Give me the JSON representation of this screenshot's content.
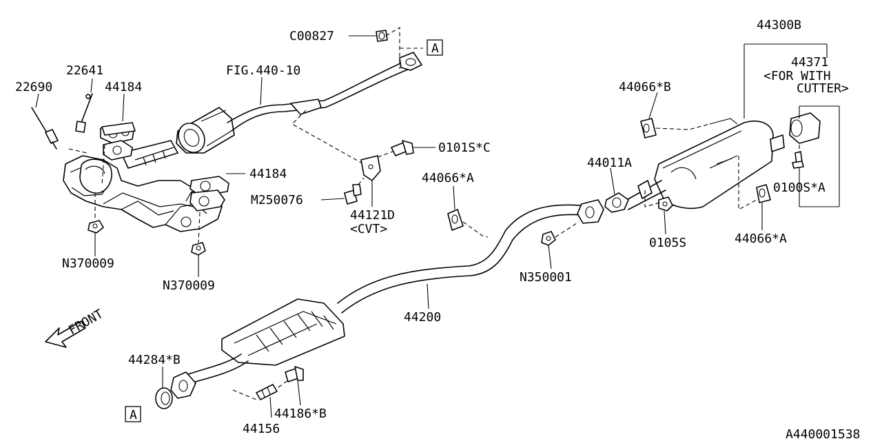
{
  "diagram": {
    "labels": {
      "c00827": "C00827",
      "fig440": "FIG.440-10",
      "p22641": "22641",
      "p22690": "22690",
      "p44184_top": "44184",
      "p44184_mid": "44184",
      "p0101sc": "0101S*C",
      "m250076": "M250076",
      "p44121d": "44121D",
      "cvt": "<CVT>",
      "n370009_left": "N370009",
      "n370009_right": "N370009",
      "p44066b": "44066*B",
      "p44300b": "44300B",
      "p44371": "44371",
      "for_with": "<FOR WITH",
      "cutter": "CUTTER>",
      "p44011a": "44011A",
      "p44066a_mid": "44066*A",
      "p0100sa": "0100S*A",
      "p0105s": "0105S",
      "p44066a_right": "44066*A",
      "n350001": "N350001",
      "p44200": "44200",
      "front": "FRONT",
      "p44284b": "44284*B",
      "p44186b": "44186*B",
      "p44156": "44156",
      "ref_a_top": "A",
      "ref_a_bottom": "A",
      "catalog_no": "A440001538"
    }
  }
}
